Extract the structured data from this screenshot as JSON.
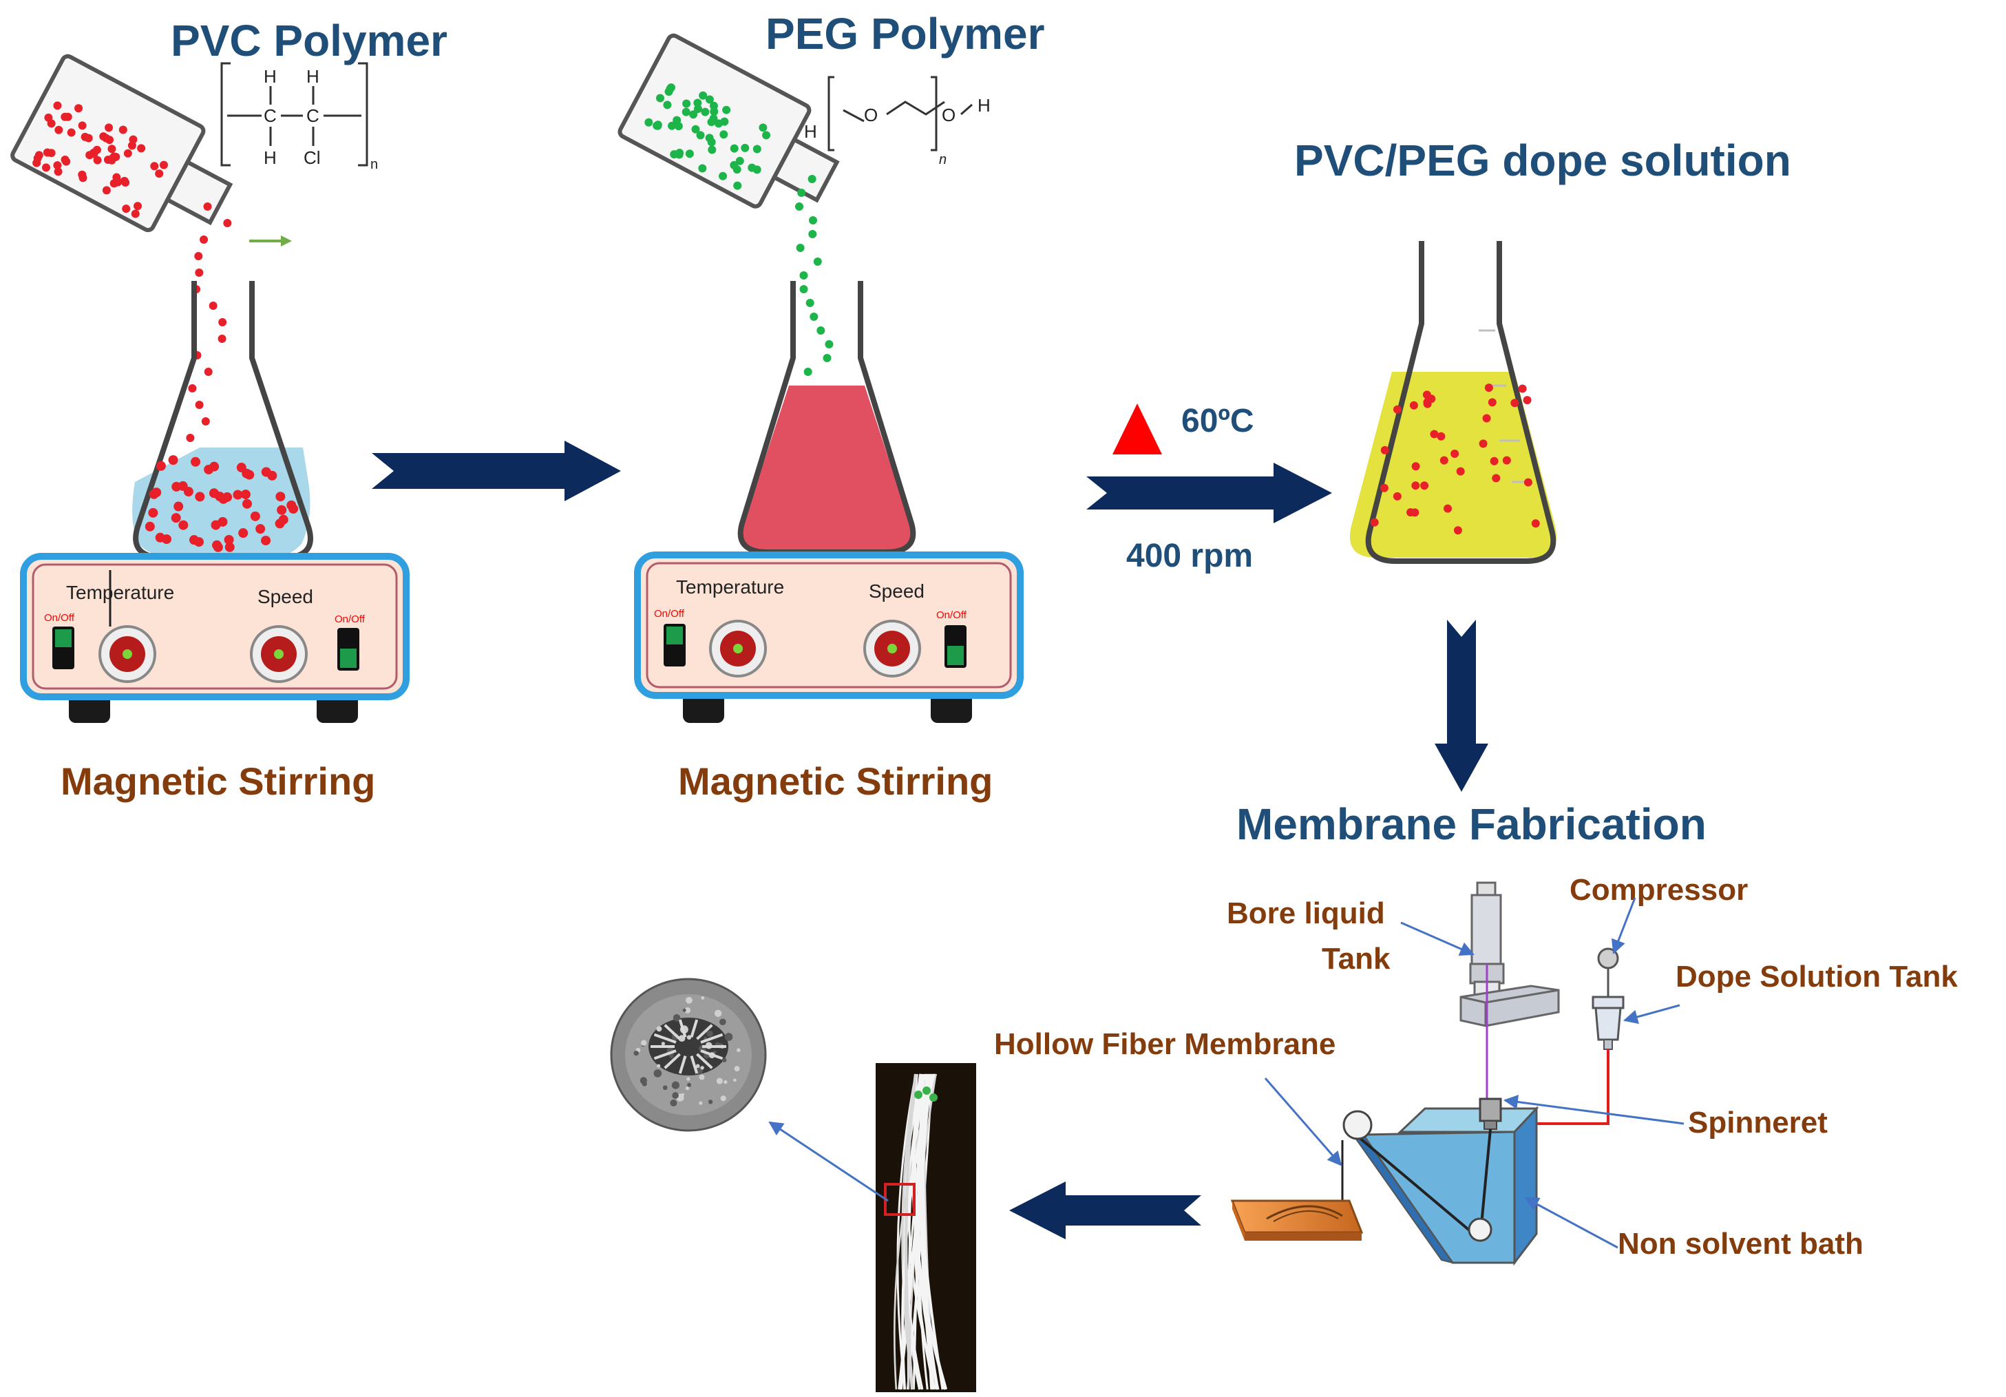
{
  "titles": {
    "pvc": "PVC Polymer",
    "peg": "PEG Polymer",
    "dope": "PVC/PEG dope solution",
    "fabrication": "Membrane Fabrication"
  },
  "captions": {
    "stir1": "Magnetic Stirring",
    "stir2": "Magnetic Stirring"
  },
  "conditions": {
    "temperature": "60ºC",
    "speed": "400 rpm"
  },
  "stirrer": {
    "temperature_label": "Temperature",
    "speed_label": "Speed",
    "switch_label": "On/Off"
  },
  "chemistry": {
    "pvc": {
      "h": "H",
      "c": "C",
      "cl": "Cl",
      "n": "n"
    },
    "peg": {
      "h": "H",
      "o": "O",
      "n": "n"
    }
  },
  "parts": {
    "bore_liquid": "Bore liquid",
    "tank": "Tank",
    "compressor": "Compressor",
    "dope_tank": "Dope Solution Tank",
    "hollow_fiber": "Hollow Fiber Membrane",
    "spinneret": "Spinneret",
    "bath": "Non solvent bath"
  },
  "colors": {
    "title": "#1f4e79",
    "caption": "#843c0c",
    "arrow": "#0d2a5c",
    "pvc_dot": "#e8202a",
    "peg_dot": "#1db54a",
    "pointer": "#4472c4",
    "heat_triangle": "#ff0000"
  }
}
